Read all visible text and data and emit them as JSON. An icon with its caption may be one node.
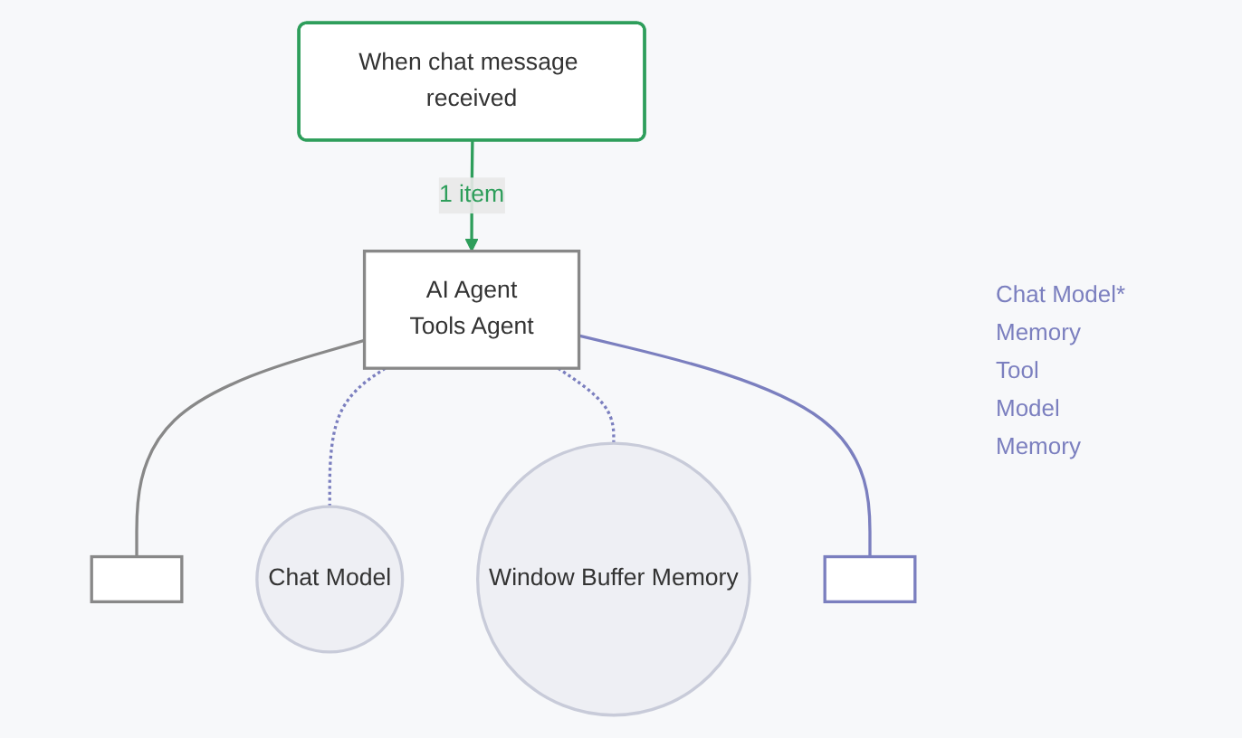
{
  "diagram": {
    "nodes": [
      {
        "text": [
          "When chat message received"
        ]
      },
      {
        "text": [
          "AI Agent",
          "Tools Agent"
        ]
      },
      {
        "text": [],
        "shape": "box"
      },
      {
        "text": [
          "Chat Model"
        ]
      },
      {
        "text": [
          "Window Buffer Memory"
        ]
      },
      {
        "text": [],
        "shape": "box"
      }
    ],
    "edges": [
      {
        "from": 0,
        "to": 1,
        "arrow": "to",
        "label": "1 item",
        "color": "#2e9e5b"
      },
      {
        "from": 1,
        "to": 2,
        "arrow": "none",
        "color": "#888888"
      },
      {
        "from": 1,
        "to": 3,
        "arrow": "none",
        "style": "dashed"
      },
      {
        "from": 1,
        "to": 4,
        "arrow": "none",
        "style": "dashed"
      },
      {
        "from": 1,
        "to": 5,
        "arrow": "none"
      }
    ],
    "labels": [
      "Chat Model*",
      "Memory",
      "Tool",
      "Model",
      "Memory"
    ]
  }
}
